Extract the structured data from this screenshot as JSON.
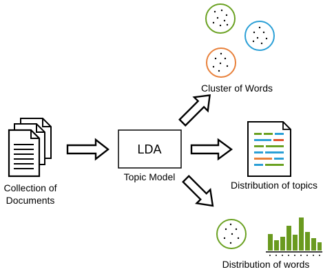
{
  "nodes": {
    "documents": {
      "label_line1": "Collection of",
      "label_line2": "Documents"
    },
    "lda": {
      "box_text": "LDA",
      "caption": "Topic Model"
    },
    "cluster_words": {
      "label": "Cluster of Words"
    },
    "topics": {
      "label": "Distribution of topics"
    },
    "word_dist": {
      "label": "Distribution of words"
    }
  },
  "colors": {
    "green": "#6aa121",
    "blue": "#2a9fd6",
    "orange": "#e8803a",
    "red": "#e0502a",
    "bar_green": "#6a9a1f",
    "outline": "#000000"
  },
  "icons": {
    "documents": "stacked-documents-icon",
    "topics": "topic-document-icon",
    "clusters": "dot-cluster-circle-icon",
    "histogram": "bar-histogram-icon"
  }
}
